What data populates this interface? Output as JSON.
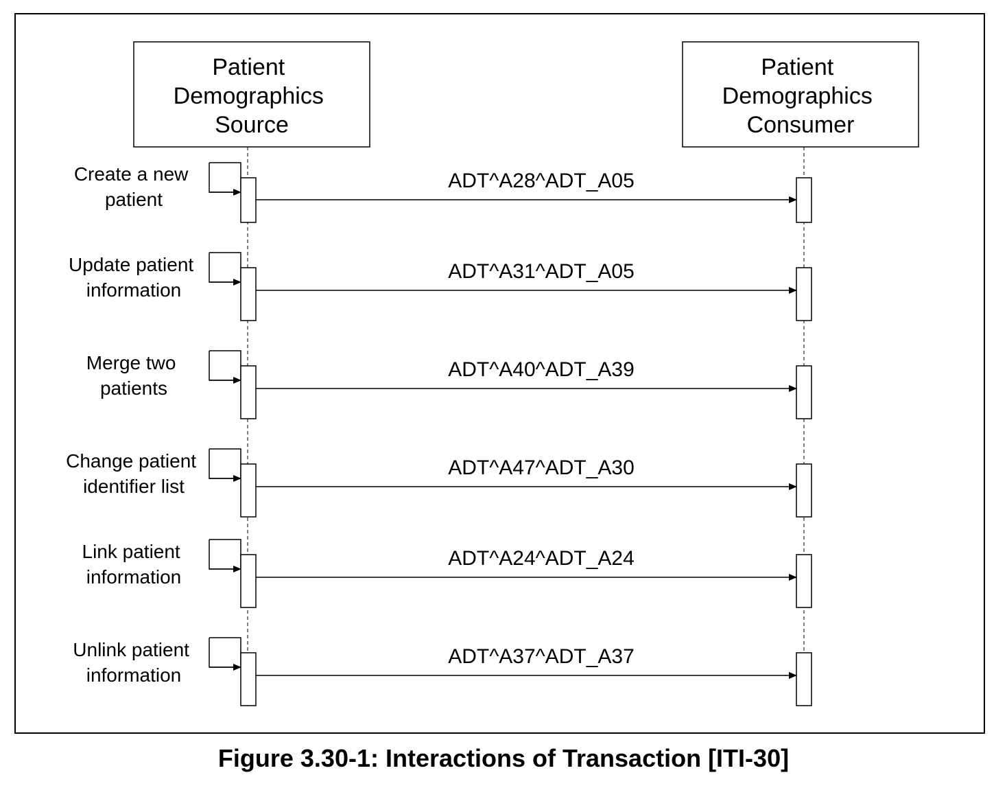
{
  "actors": {
    "source": {
      "lines": [
        "Patient",
        "Demographics",
        "Source"
      ]
    },
    "consumer": {
      "lines": [
        "Patient",
        "Demographics",
        "Consumer"
      ]
    }
  },
  "interactions": [
    {
      "trigger_lines": [
        "Create a new",
        "patient"
      ],
      "message": "ADT^A28^ADT_A05"
    },
    {
      "trigger_lines": [
        "Update patient",
        "information"
      ],
      "message": "ADT^A31^ADT_A05"
    },
    {
      "trigger_lines": [
        "Merge two",
        "patients"
      ],
      "message": "ADT^A40^ADT_A39"
    },
    {
      "trigger_lines": [
        "Change patient",
        "identifier list"
      ],
      "message": "ADT^A47^ADT_A30"
    },
    {
      "trigger_lines": [
        "Link patient",
        "information"
      ],
      "message": "ADT^A24^ADT_A24"
    },
    {
      "trigger_lines": [
        "Unlink patient",
        "information"
      ],
      "message": "ADT^A37^ADT_A37"
    }
  ],
  "caption": "Figure 3.30-1: Interactions of Transaction [ITI-30]"
}
